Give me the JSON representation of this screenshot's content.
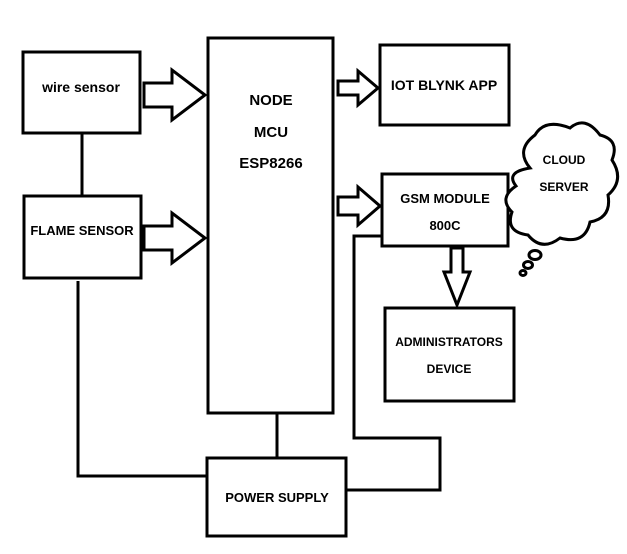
{
  "blocks": {
    "wire_sensor": "wire sensor",
    "flame_sensor": "FLAME SENSOR",
    "mcu_line1": "NODE",
    "mcu_line2": "MCU",
    "mcu_line3": "ESP8266",
    "blynk": "IOT BLYNK APP",
    "gsm_line1": "GSM MODULE",
    "gsm_line2": "800C",
    "cloud_line1": "CLOUD",
    "cloud_line2": "SERVER",
    "admin_line1": "ADMINISTRATORS",
    "admin_line2": "DEVICE",
    "power": "POWER SUPPLY"
  }
}
